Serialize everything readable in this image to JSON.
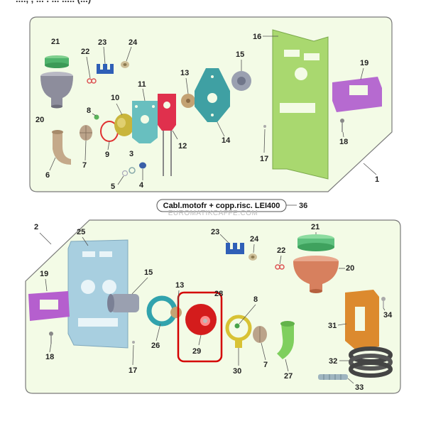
{
  "header": {
    "title_fragment": "...., , ... . ... ..... (...)"
  },
  "cable_label": "Cabl.motofr + copp.risc. LEI400",
  "watermark": "EUROMATIKCAFFE.COM",
  "colors": {
    "panel_fill": "#f3fbe6",
    "panel_border": "#7a7a7a",
    "highlight": "#d40000"
  },
  "callouts": {
    "top": [
      "21",
      "20",
      "22",
      "23",
      "24",
      "8",
      "10",
      "11",
      "12",
      "13",
      "14",
      "15",
      "16",
      "19",
      "6",
      "7",
      "9",
      "3",
      "4",
      "5",
      "17",
      "18",
      "1"
    ],
    "side": [
      "36"
    ],
    "bottom": [
      "2",
      "25",
      "19",
      "15",
      "13",
      "28",
      "8",
      "26",
      "29",
      "30",
      "7",
      "27",
      "23",
      "24",
      "21",
      "22",
      "20",
      "31",
      "34",
      "32",
      "33",
      "18",
      "17"
    ]
  },
  "highlighted_part": "29"
}
